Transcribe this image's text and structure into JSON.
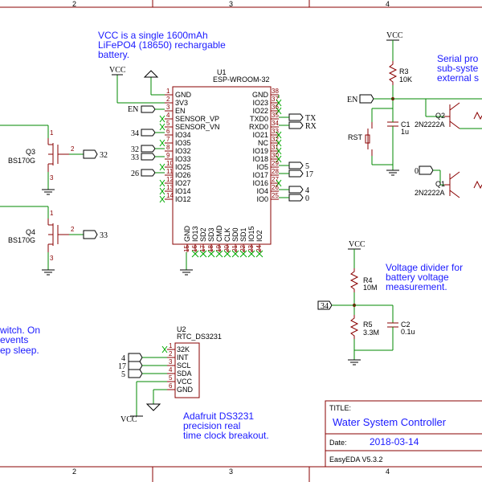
{
  "border": {
    "col_labels": [
      "2",
      "3",
      "4"
    ]
  },
  "notes": {
    "battery": [
      "VCC is a single 1600mAh",
      "LiFePO4 (18650) rechargable",
      "battery."
    ],
    "serial": [
      "Serial pro",
      "sub-syste",
      "external s"
    ],
    "divider": [
      "Voltage divider for",
      "battery voltage",
      "measurement."
    ],
    "switch": [
      "witch. On",
      "events",
      "ep sleep."
    ],
    "rtc": [
      "Adafruit DS3231",
      "precision real",
      "time clock breakout."
    ]
  },
  "power": {
    "vcc": "VCC"
  },
  "u1": {
    "ref": "U1",
    "name": "ESP-WROOM-32",
    "left_pins": [
      {
        "num": "1",
        "name": "GND"
      },
      {
        "num": "2",
        "name": "3V3"
      },
      {
        "num": "3",
        "name": "EN"
      },
      {
        "num": "4",
        "name": "SENSOR_VP"
      },
      {
        "num": "5",
        "name": "SENSOR_VN"
      },
      {
        "num": "6",
        "name": "IO34"
      },
      {
        "num": "7",
        "name": "IO35"
      },
      {
        "num": "8",
        "name": "IO32"
      },
      {
        "num": "9",
        "name": "IO33"
      },
      {
        "num": "10",
        "name": "IO25"
      },
      {
        "num": "11",
        "name": "IO26"
      },
      {
        "num": "12",
        "name": "IO27"
      },
      {
        "num": "13",
        "name": "IO14"
      },
      {
        "num": "14",
        "name": "IO12"
      }
    ],
    "right_pins": [
      {
        "num": "38",
        "name": "GND"
      },
      {
        "num": "37",
        "name": "IO23"
      },
      {
        "num": "36",
        "name": "IO22"
      },
      {
        "num": "35",
        "name": "TXD0"
      },
      {
        "num": "34",
        "name": "RXD0"
      },
      {
        "num": "33",
        "name": "IO21"
      },
      {
        "num": "32",
        "name": "NC"
      },
      {
        "num": "31",
        "name": "IO19"
      },
      {
        "num": "30",
        "name": "IO18"
      },
      {
        "num": "29",
        "name": "IO5"
      },
      {
        "num": "28",
        "name": "IO17"
      },
      {
        "num": "27",
        "name": "IO16"
      },
      {
        "num": "26",
        "name": "IO4"
      },
      {
        "num": "25",
        "name": "IO0"
      }
    ],
    "bottom_pins": [
      {
        "num": "15",
        "name": "GND"
      },
      {
        "num": "16",
        "name": "IO13"
      },
      {
        "num": "17",
        "name": "SD2"
      },
      {
        "num": "18",
        "name": "SD3"
      },
      {
        "num": "19",
        "name": "CMD"
      },
      {
        "num": "20",
        "name": "CLK"
      },
      {
        "num": "21",
        "name": "SD0"
      },
      {
        "num": "22",
        "name": "SD1"
      },
      {
        "num": "23",
        "name": "IO15"
      },
      {
        "num": "24",
        "name": "IO2"
      }
    ]
  },
  "u1_nets": {
    "en": "EN",
    "io34": "34",
    "io32": "32",
    "io33": "33",
    "io26": "26",
    "tx": "TX",
    "rx": "RX",
    "io5": "5",
    "io17": "17",
    "io4": "4",
    "io0": "0"
  },
  "u2": {
    "ref": "U2",
    "name": "RTC_DS3231",
    "pins": [
      {
        "num": "1",
        "name": "32K"
      },
      {
        "num": "2",
        "name": "INT"
      },
      {
        "num": "3",
        "name": "SCL"
      },
      {
        "num": "4",
        "name": "SDA"
      },
      {
        "num": "5",
        "name": "VCC"
      },
      {
        "num": "6",
        "name": "GND"
      }
    ],
    "nets": [
      "4",
      "17",
      "5"
    ]
  },
  "q3": {
    "ref": "Q3",
    "part": "BS170G",
    "net": "32",
    "pins": [
      "1",
      "2",
      "3"
    ]
  },
  "q4": {
    "ref": "Q4",
    "part": "BS170G",
    "net": "33",
    "pins": [
      "1",
      "2",
      "3"
    ]
  },
  "r3": {
    "ref": "R3",
    "value": "10K"
  },
  "c1": {
    "ref": "C1",
    "value": "1u"
  },
  "rst": {
    "label": "RST"
  },
  "en_net": "EN",
  "q2": {
    "ref": "Q2",
    "part": "2N2222A"
  },
  "q1": {
    "ref": "Q1",
    "part": "2N2222A",
    "net": "0"
  },
  "r4": {
    "ref": "R4",
    "value": "10M"
  },
  "r5": {
    "ref": "R5",
    "value": "3.3M"
  },
  "c2": {
    "ref": "C2",
    "value": "0.1u"
  },
  "div_net": "34",
  "title_block": {
    "title_label": "TITLE:",
    "title": "Water System Controller",
    "date_label": "Date:",
    "date": "2018-03-14",
    "tool": "EasyEDA V5.3.2"
  }
}
